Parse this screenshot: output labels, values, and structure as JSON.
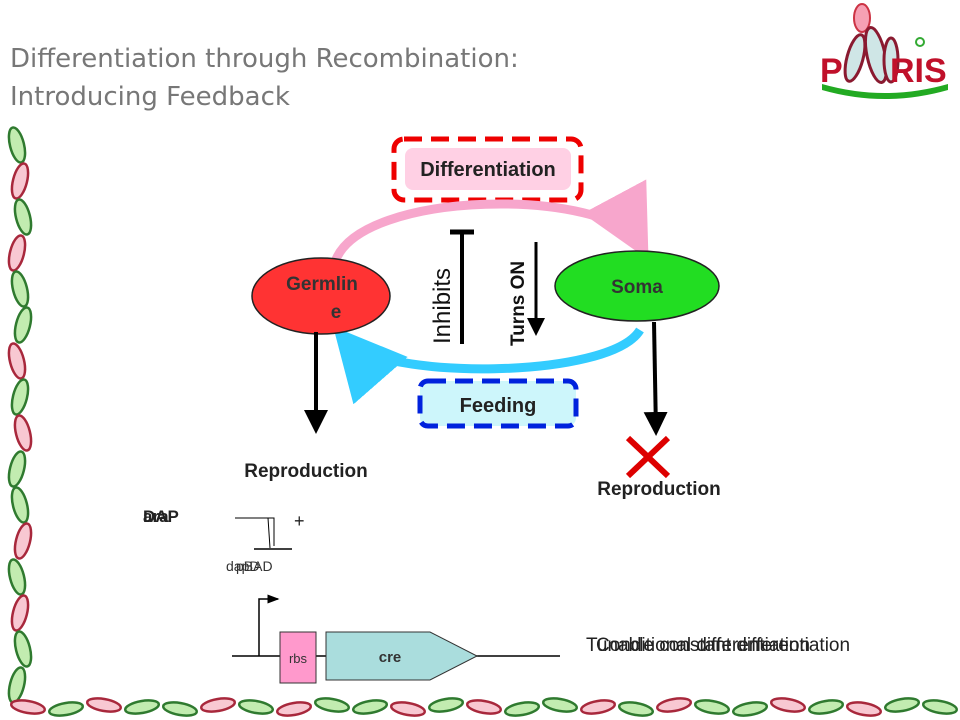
{
  "title": {
    "line1": "Differentiation through Recombination:",
    "line2": "Introducing Feedback"
  },
  "logo": {
    "text_left": "P",
    "text_right": "RIS"
  },
  "diagram": {
    "differentiation_label": "Differentiation",
    "feeding_label": "Feeding",
    "germline_label_line1": "Germlin",
    "germline_label_line2": "e",
    "soma_label": "Soma",
    "inhibits_label": "Inhibits",
    "turns_on_label": "Turns ON",
    "reproduction_left": "Reproduction",
    "reproduction_right": "Reproduction"
  },
  "circuit": {
    "input_text_a": "DAP",
    "input_text_b": "ara",
    "plus_sign": "+",
    "promoter_text_a": "dapD",
    "promoter_text_b": "pBAD",
    "rbs_label": "rbs",
    "cre_label": "cre",
    "caption_a": "Tunable constant differentiation",
    "caption_b": "Conditional differentiation"
  },
  "colors": {
    "germline_fill": "#ff3333",
    "soma_fill": "#22dd22",
    "differentiation_box_fill": "#ffd0e4",
    "differentiation_border": "#ee0000",
    "feeding_box_fill": "#cdf6fb",
    "feeding_border": "#0022dd",
    "top_arc": "#f7a6cc",
    "bottom_arc": "#33ccff",
    "cross": "#dd0000",
    "rbs_fill": "#ff99cc",
    "cre_fill": "#aadddd"
  }
}
